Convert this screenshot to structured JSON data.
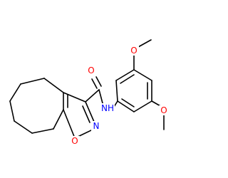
{
  "molecule": {
    "atoms": [
      {
        "id": "o_methoxy_top",
        "symbol": "O",
        "color": "#ff0000"
      },
      {
        "id": "o_methoxy_right",
        "symbol": "O",
        "color": "#ff0000"
      },
      {
        "id": "o_carbonyl",
        "symbol": "O",
        "color": "#ff0000"
      },
      {
        "id": "n_amide",
        "symbol": "NH",
        "color": "#0000ff"
      },
      {
        "id": "n_ring",
        "symbol": "N",
        "color": "#0000ff"
      },
      {
        "id": "o_ring",
        "symbol": "O",
        "color": "#ff0000"
      }
    ]
  }
}
